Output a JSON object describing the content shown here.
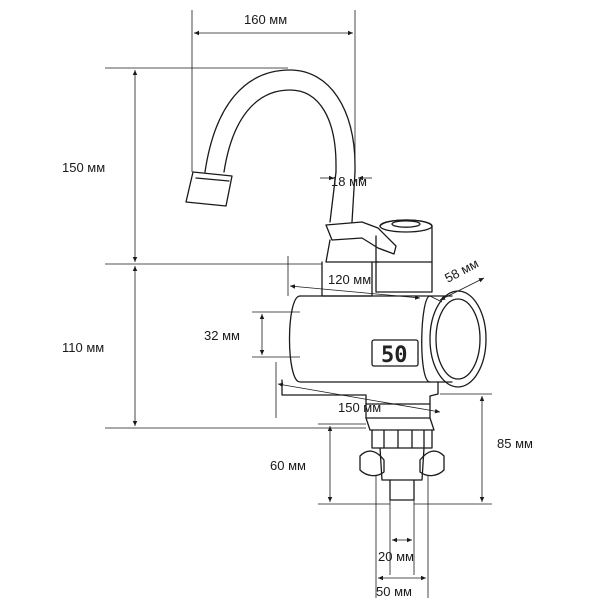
{
  "diagram": {
    "display_readout": "50",
    "dimensions": {
      "spout_reach": "160 мм",
      "spout_height": "150 мм",
      "spout_diameter": "18 мм",
      "body_height": "110 мм",
      "housing_length": "120 мм",
      "housing_depth": "58 мм",
      "housing_height": "32 мм",
      "base_width": "150 мм",
      "connector_height": "60 мм",
      "mount_height": "85 мм",
      "thread_diameter": "20 мм",
      "nut_diameter": "50 мм"
    },
    "colors": {
      "line": "#1a1a1a",
      "background": "#ffffff"
    }
  }
}
